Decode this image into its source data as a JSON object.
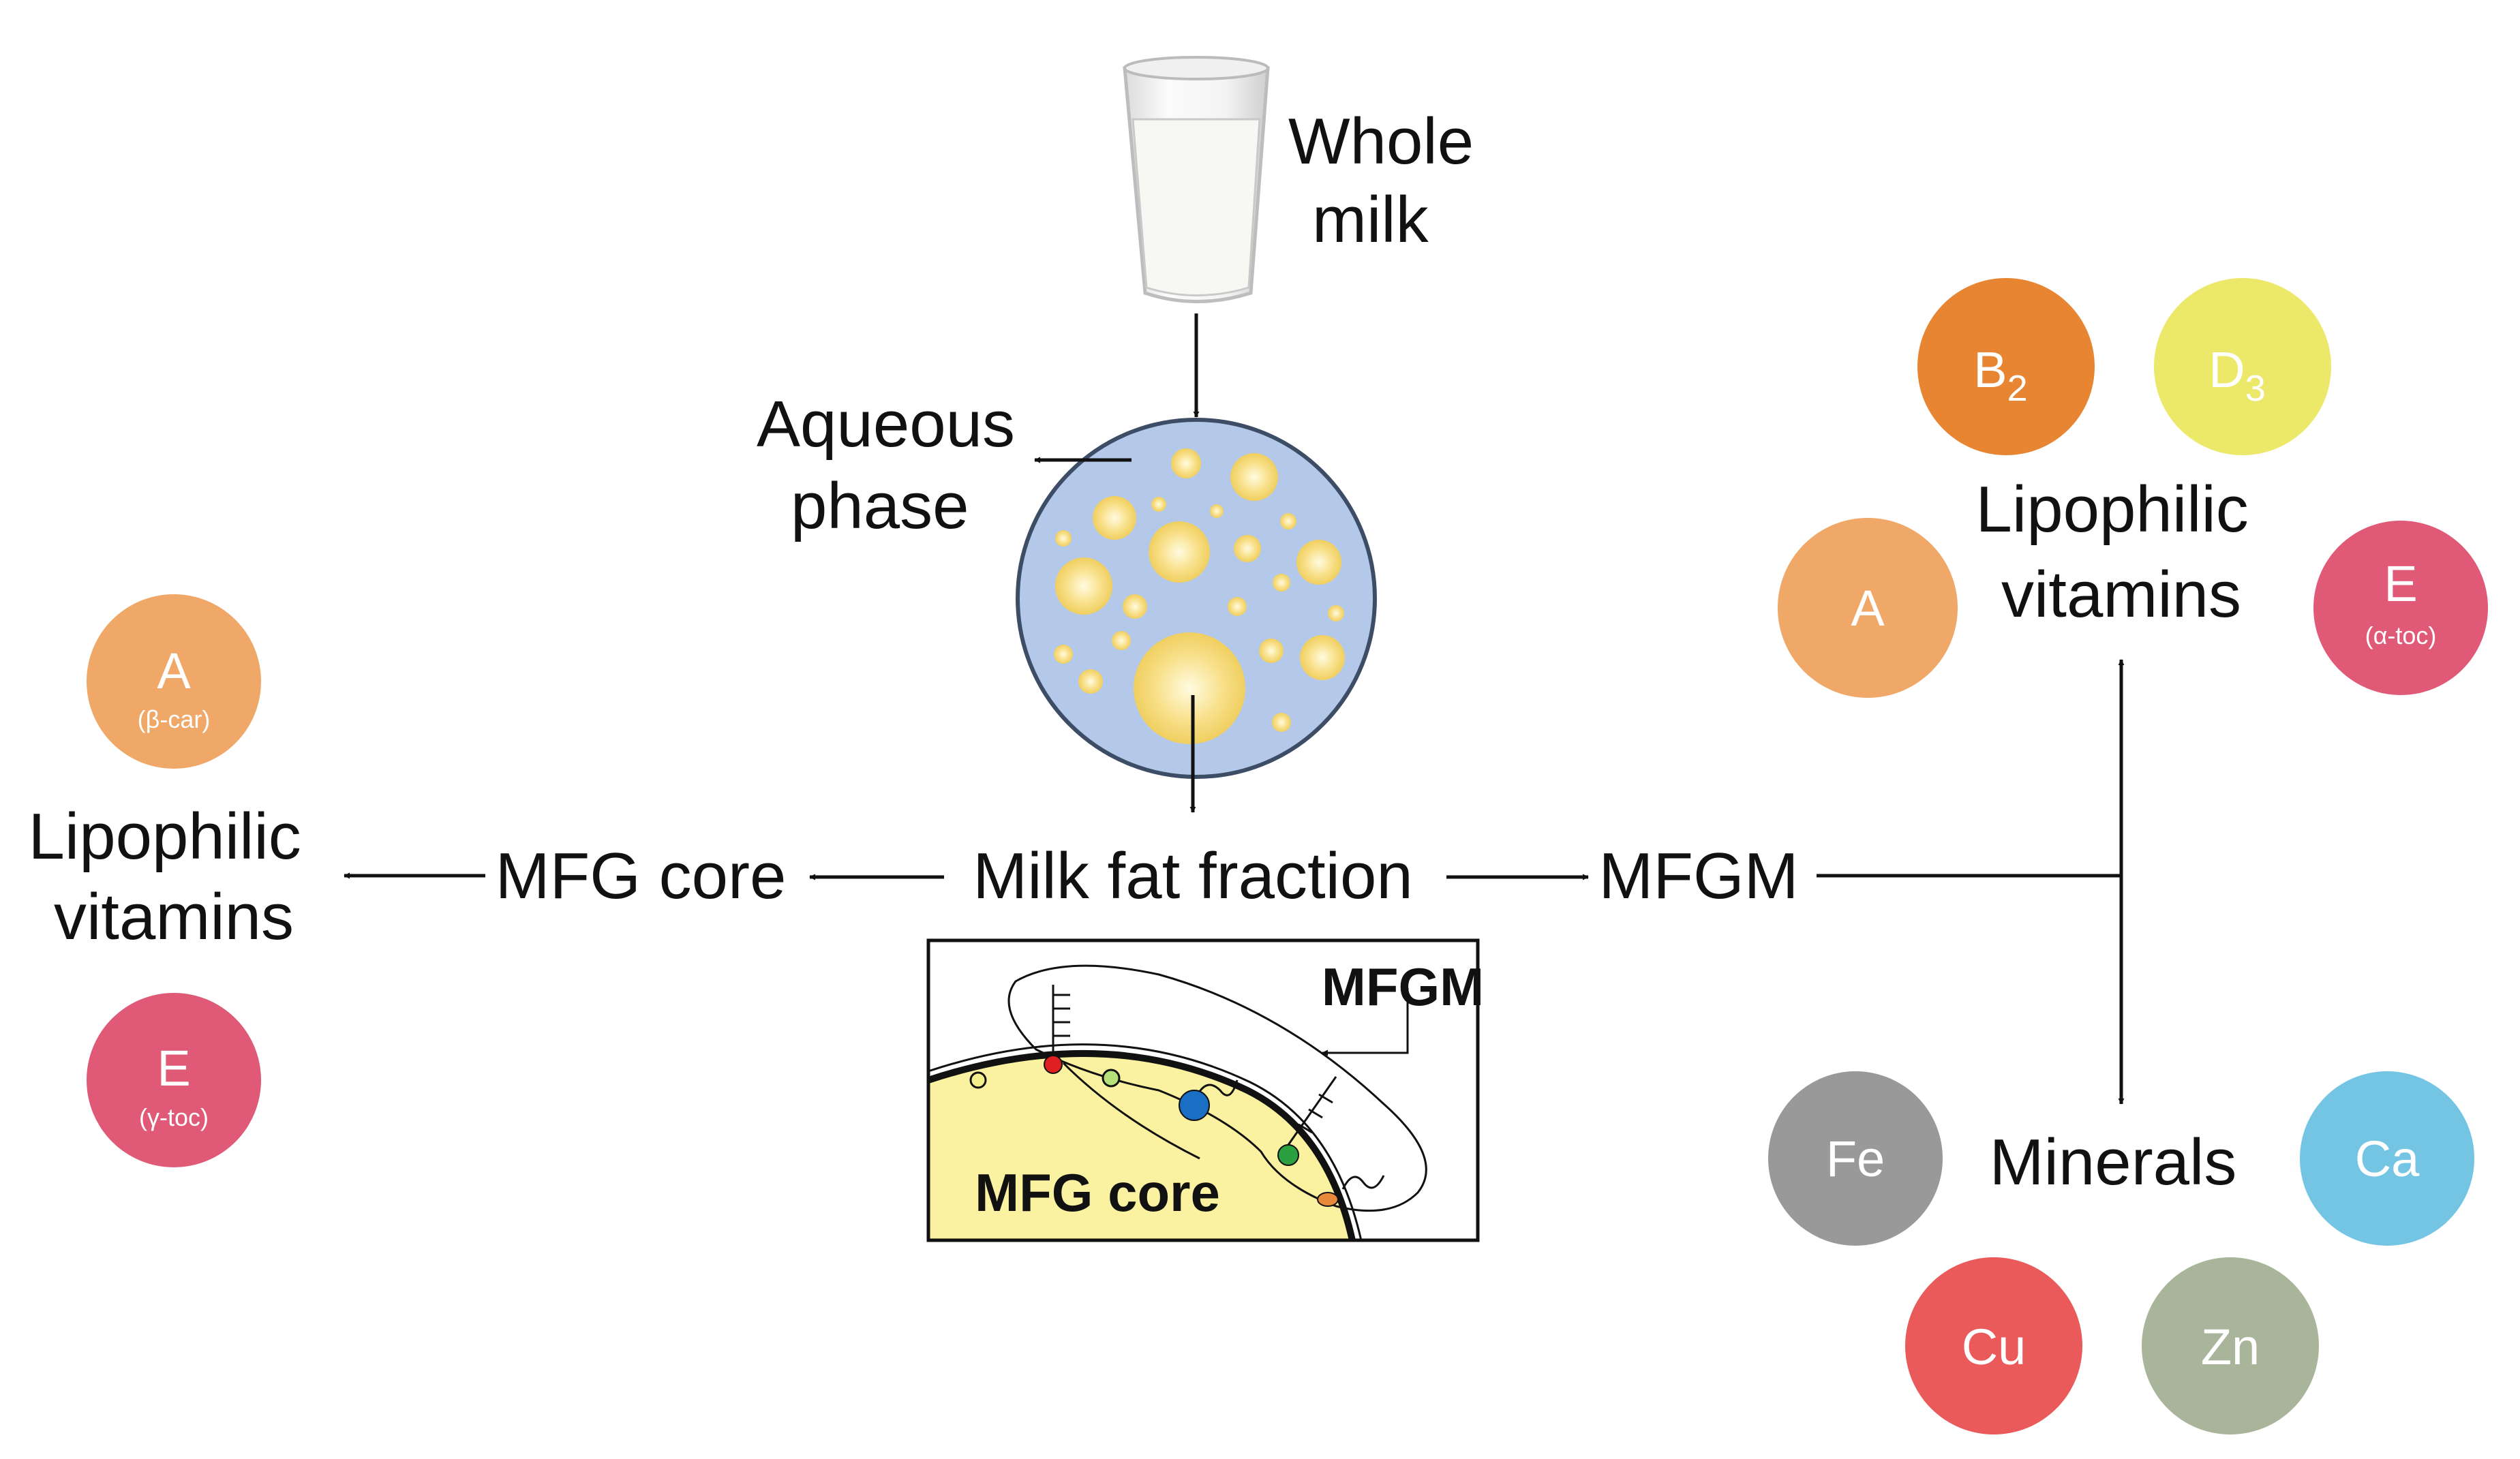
{
  "title": "",
  "colors": {
    "milk_circle_fill": "#b4c9ea",
    "milk_circle_stroke": "#3d4d66",
    "droplet": "#f5d87a",
    "core_fill": "#faf2a0",
    "vitamin_a": "#f0a868",
    "vitamin_b2": "#e88532",
    "vitamin_d3": "#ece96a",
    "vitamin_e": "#e05a78",
    "mineral_fe": "#999999",
    "mineral_ca": "#74c5e4",
    "mineral_cu": "#ea5a5a",
    "mineral_zn": "#a9b59a"
  },
  "nodes": {
    "whole_milk": [
      "Whole",
      "milk"
    ],
    "aqueous_phase": [
      "Aqueous",
      "phase"
    ],
    "milk_fat_fraction": "Milk fat fraction",
    "mfg_core": "MFG core",
    "mfgm": "MFGM",
    "lipophilic_vitamins_left": [
      "Lipophilic",
      "vitamins"
    ],
    "lipophilic_vitamins_right": [
      "Lipophilic",
      "vitamins"
    ],
    "minerals": "Minerals"
  },
  "inset": {
    "mfgm_label": "MFGM",
    "core_label": "MFG core"
  },
  "left_vitamins": [
    {
      "label": "A",
      "sub": "(β-car)",
      "color": "#f0a868"
    },
    {
      "label": "E",
      "sub": "(γ-toc)",
      "color": "#e05a78"
    }
  ],
  "right_vitamins": [
    {
      "label": "B",
      "subscript": "2",
      "color": "#e88532"
    },
    {
      "label": "D",
      "subscript": "3",
      "color": "#ece96a"
    },
    {
      "label": "A",
      "color": "#f0a868"
    },
    {
      "label": "E",
      "sub": "(α-toc)",
      "color": "#e05a78"
    }
  ],
  "minerals_list": [
    {
      "label": "Fe",
      "color": "#999999"
    },
    {
      "label": "Ca",
      "color": "#74c5e4"
    },
    {
      "label": "Cu",
      "color": "#ea5a5a"
    },
    {
      "label": "Zn",
      "color": "#a9b59a"
    }
  ]
}
